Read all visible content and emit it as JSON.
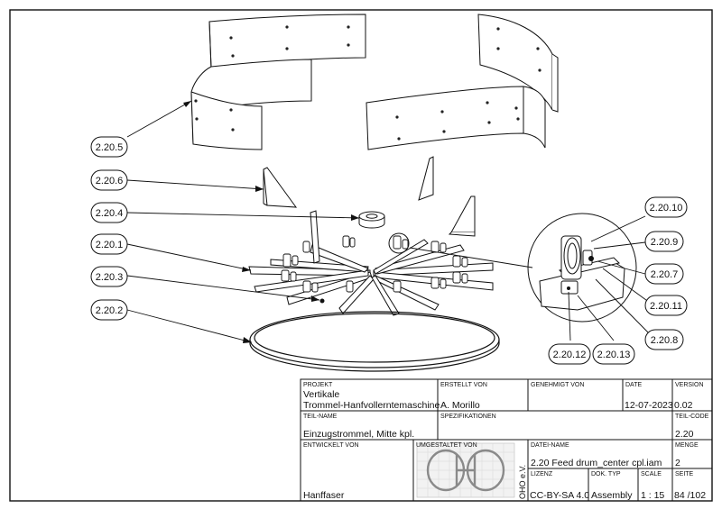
{
  "callouts": {
    "c2_20_5": "2.20.5",
    "c2_20_6": "2.20.6",
    "c2_20_4": "2.20.4",
    "c2_20_1": "2.20.1",
    "c2_20_3": "2.20.3",
    "c2_20_2": "2.20.2",
    "c2_20_10": "2.20.10",
    "c2_20_9": "2.20.9",
    "c2_20_7": "2.20.7",
    "c2_20_11": "2.20.11",
    "c2_20_8": "2.20.8",
    "c2_20_12": "2.20.12",
    "c2_20_13": "2.20.13"
  },
  "title_block": {
    "projekt_label": "PROJEKT",
    "projekt_line1": "Vertikale",
    "projekt_line2": "Trommel-Hanfvollerntemaschine",
    "erstellt_label": "ERSTELLT VON",
    "erstellt_value": "A. Morillo",
    "genehmigt_label": "GENEHMIGT VON",
    "date_label": "DATE",
    "date_value": "12-07-2023",
    "version_label": "VERSION",
    "version_value": "0.02",
    "teilname_label": "TEIL-NAME",
    "teilname_value": "Einzugstrommel, Mitte kpl.",
    "spez_label": "SPEZIFIKATIONEN",
    "teilcode_label": "TEIL-CODE",
    "teilcode_value": "2.20",
    "entwickelt_label": "ENTWICKELT VON",
    "entwickelt_value": "Hanffaser",
    "umgestaltet_label": "UMGESTALTET VON",
    "ohoev": "OHO e.V.",
    "dateiname_label": "DATEI-NAME",
    "dateiname_value": "2.20 Feed drum_center cpl.iam",
    "menge_label": "MENGE",
    "menge_value": "2",
    "lizenz_label": "LIZENZ",
    "lizenz_value": "CC-BY-SA 4.0",
    "doktyp_label": "DOK. TYP",
    "doktyp_value": "Assembly",
    "scale_label": "SCALE",
    "scale_value": "1 : 15",
    "seite_label": "SEITE",
    "seite_value": "84 /102"
  }
}
